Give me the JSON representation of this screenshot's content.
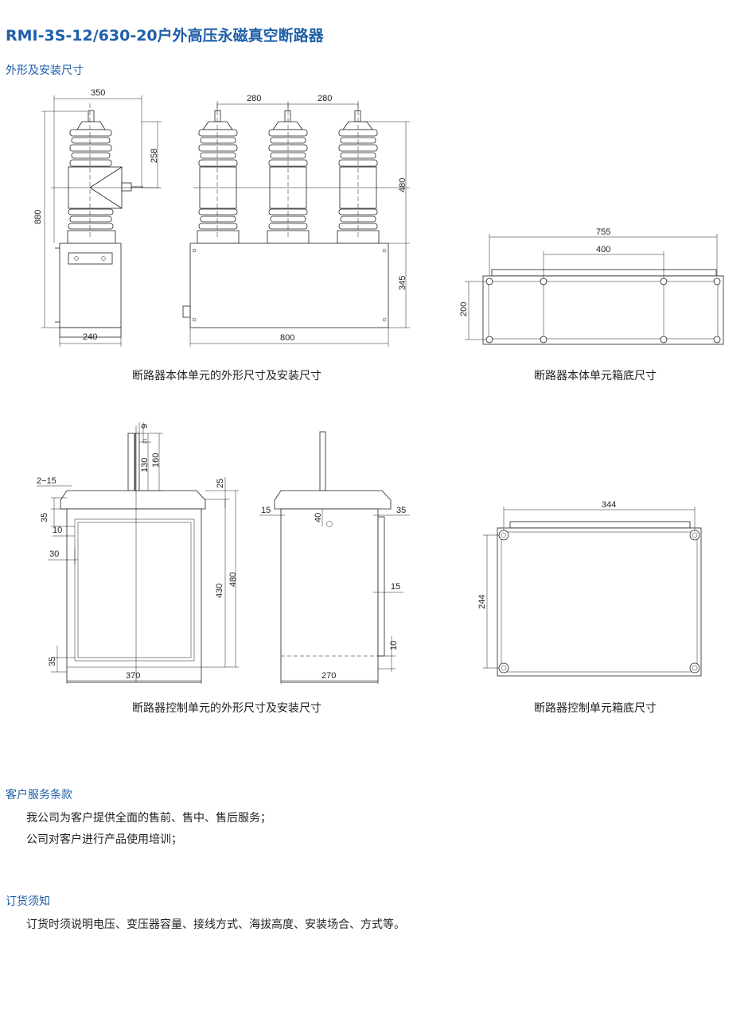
{
  "page_title": "RMI-3S-12/630-20户外高压永磁真空断路器",
  "sections": {
    "dimensions_heading": "外形及安装尺寸",
    "service_heading": "客户服务条款",
    "service_items": [
      "我公司为客户提供全面的售前、售中、售后服务；",
      "公司对客户进行产品使用培训；"
    ],
    "order_heading": "订货须知",
    "order_items": [
      "订货时须说明电压、变压器容量、接线方式、海拔高度、安装场合、方式等。"
    ]
  },
  "captions": {
    "body_outline": "断路器本体单元的外形尺寸及安装尺寸",
    "body_base": "断路器本体单元箱底尺寸",
    "control_outline": "断路器控制单元的外形尺寸及安装尺寸",
    "control_base": "断路器控制单元箱底尺寸"
  },
  "dims": {
    "d350": "350",
    "d258": "258",
    "d880": "880",
    "d240": "240",
    "d280a": "280",
    "d280b": "280",
    "d480": "480",
    "d345": "345",
    "d800": "800",
    "d755": "755",
    "d400": "400",
    "d200": "200",
    "d9": "9",
    "d21": "21",
    "d130": "130",
    "d160": "160",
    "d2_15": "2−15",
    "d25": "25",
    "d35a": "35",
    "d10a": "10",
    "d30": "30",
    "d430": "430",
    "d480b": "480",
    "d35b": "35",
    "d370": "370",
    "d15a": "15",
    "d40": "40",
    "d35c": "35",
    "d15b": "15",
    "d10b": "10",
    "d270": "270",
    "d344": "344",
    "d244": "244"
  }
}
